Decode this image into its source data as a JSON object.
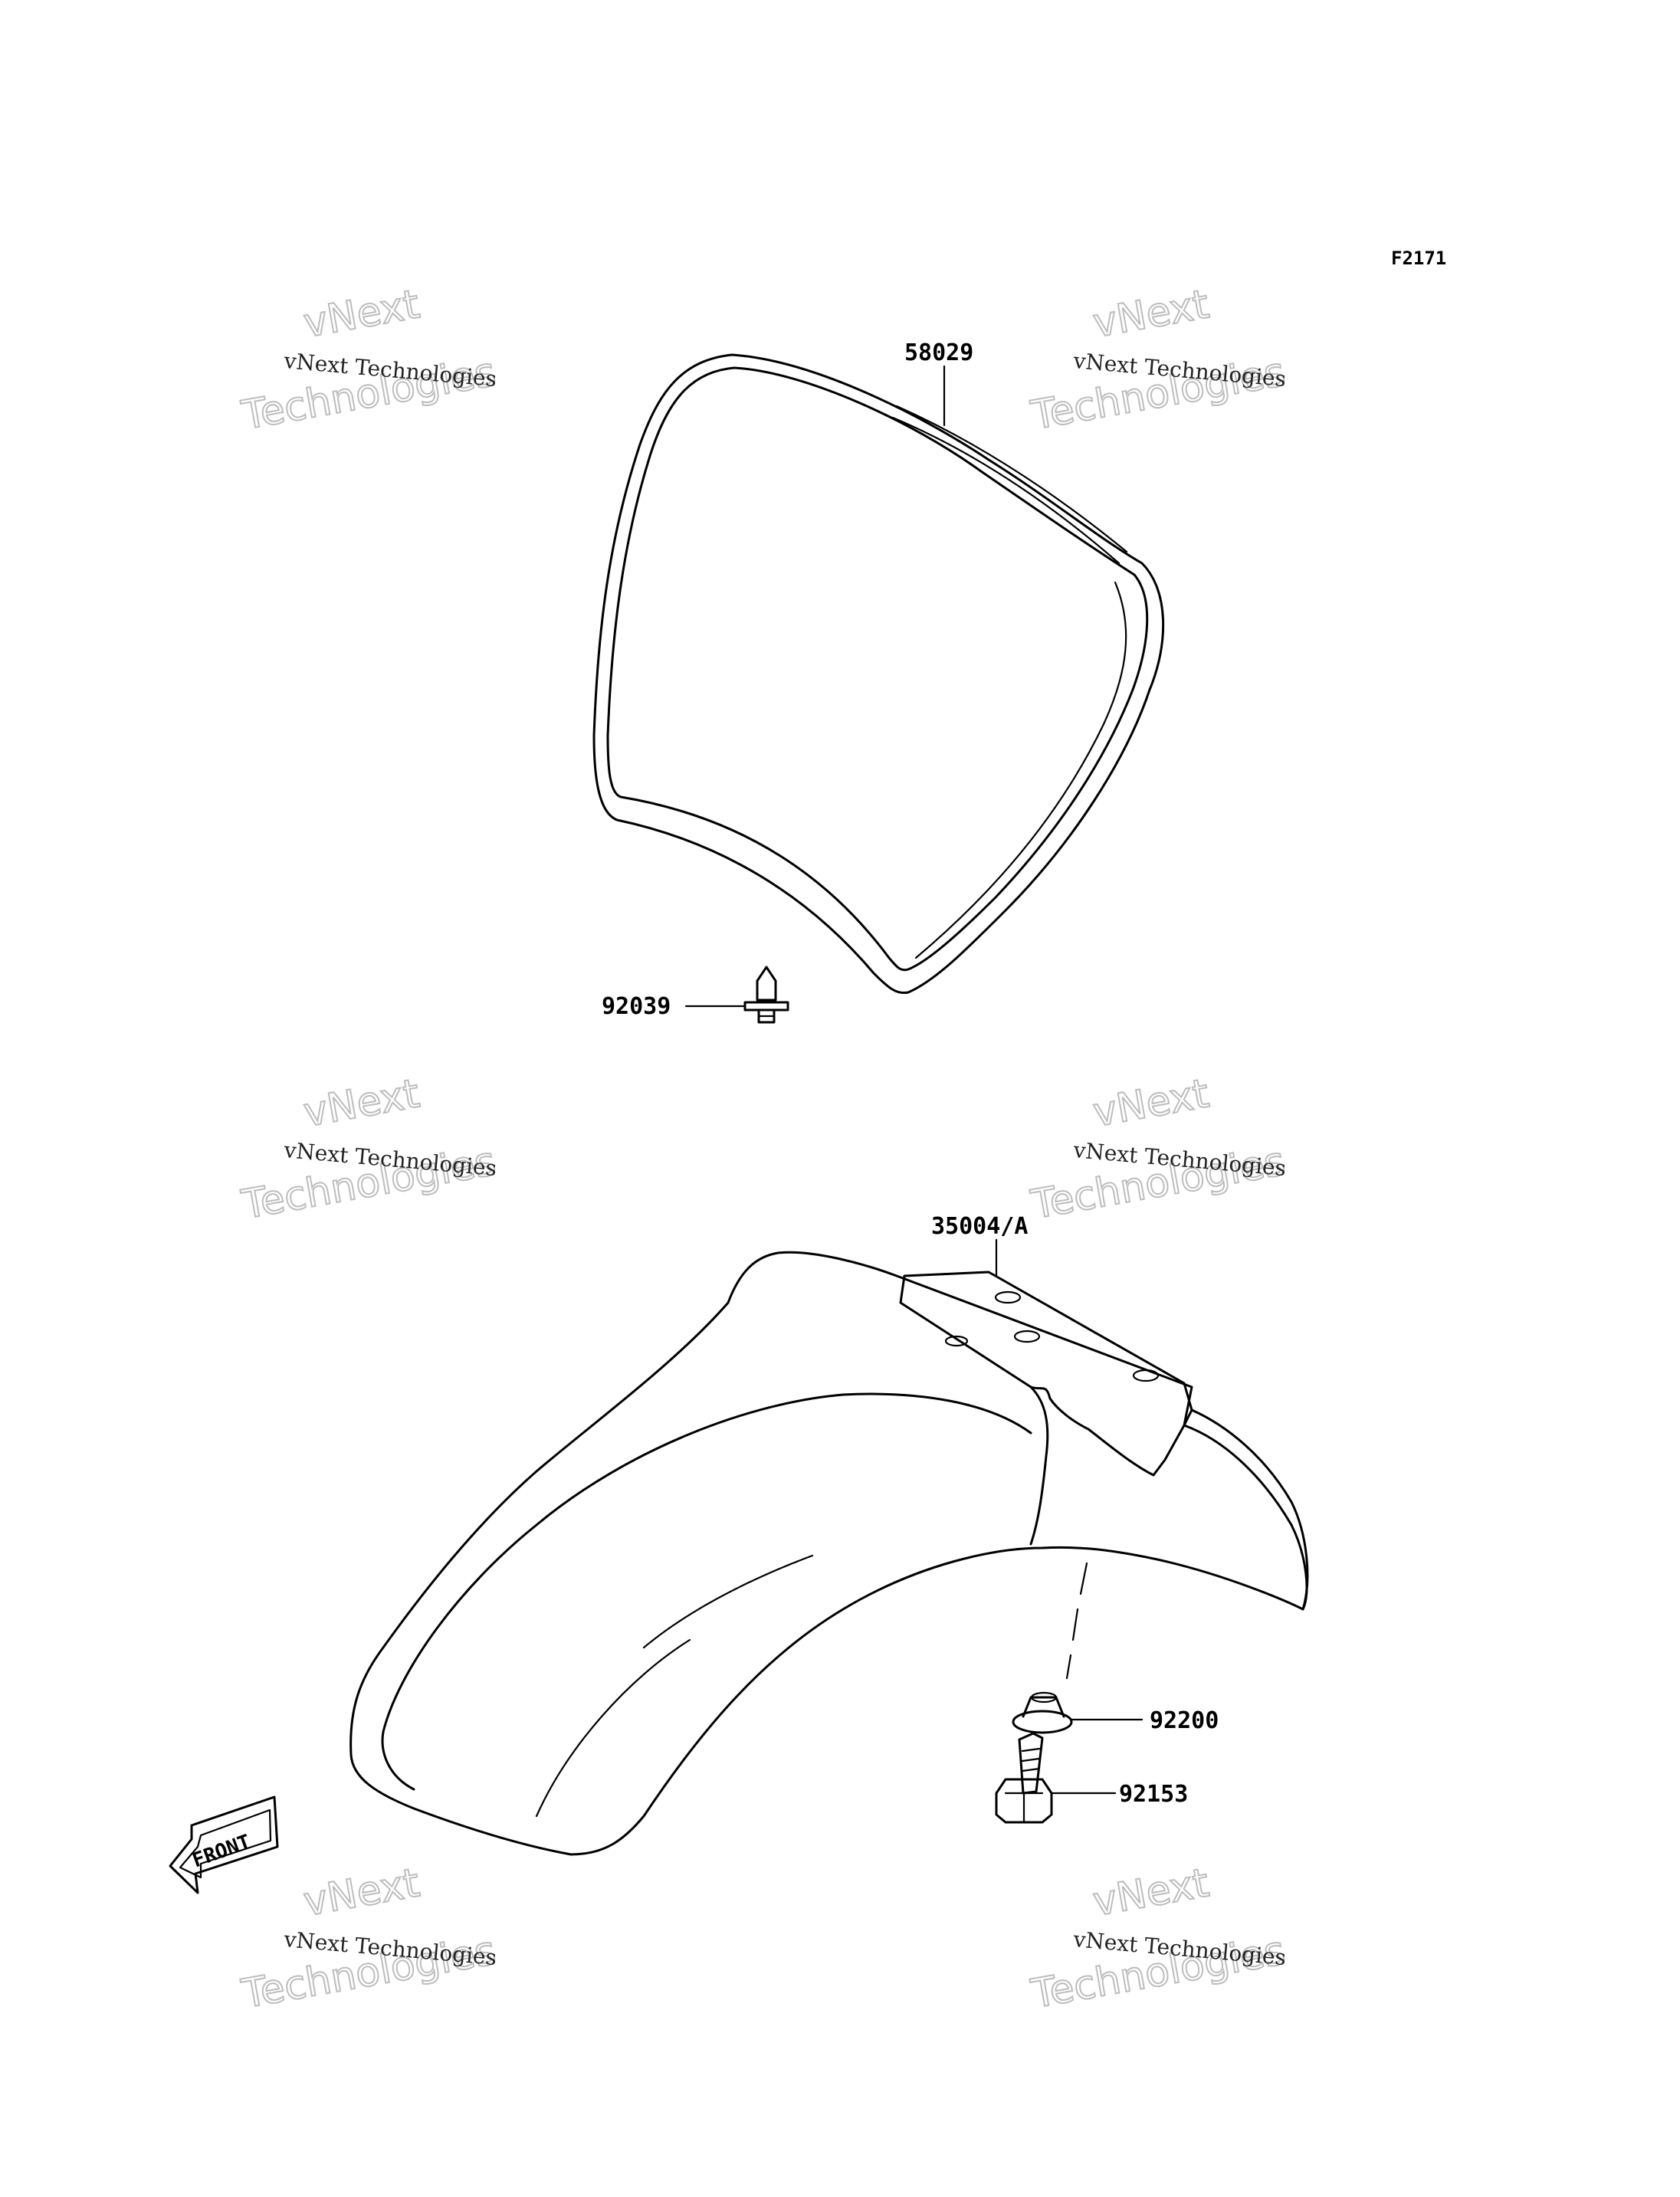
{
  "figure_code": "F2171",
  "parts": {
    "seat": "58029",
    "clip": "92039",
    "fender": "35004/A",
    "collar": "92200",
    "bolt": "92153"
  },
  "direction_marker": "FRONT",
  "watermark": {
    "line1": "vNext Technologies",
    "line2_top": "vNext",
    "line2_bottom": "Technologies"
  }
}
